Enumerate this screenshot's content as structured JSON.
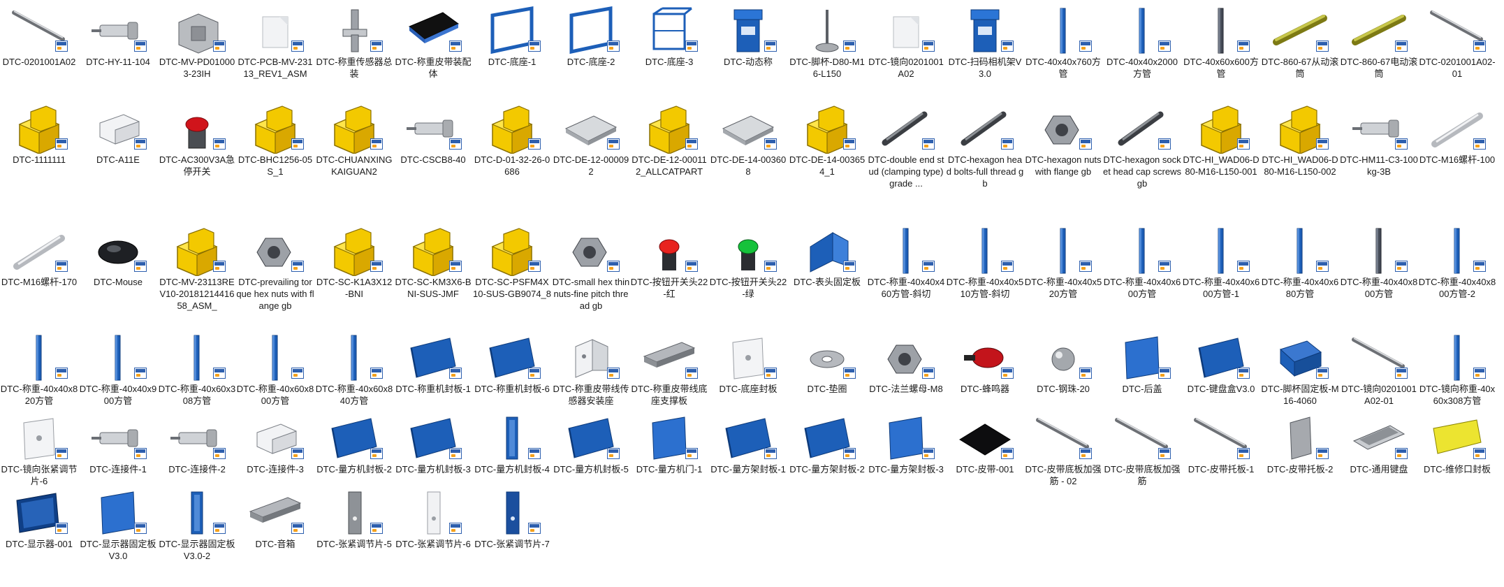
{
  "icon_colors": {
    "yellow_block": "#f3c900",
    "blue_part": "#1d5fb8",
    "gray_part": "#a9acb0",
    "badge": "#2d5fae"
  },
  "files": [
    {
      "label": "DTC-0201001A02",
      "icon": "gray-rail"
    },
    {
      "label": "DTC-HY-11-104",
      "icon": "gray-shaft"
    },
    {
      "label": "DTC-MV-PD010003-23IH",
      "icon": "gray-box"
    },
    {
      "label": "DTC-PCB-MV-23113_REV1_ASM",
      "icon": "generic"
    },
    {
      "label": "DTC-称重传感器总装",
      "icon": "gray-bracket"
    },
    {
      "label": "DTC-称重皮带装配体",
      "icon": "black-belt"
    },
    {
      "label": "DTC-底座-1",
      "icon": "blue-frame"
    },
    {
      "label": "DTC-底座-2",
      "icon": "blue-frame"
    },
    {
      "label": "DTC-底座-3",
      "icon": "blue-cage"
    },
    {
      "label": "DTC-动态称",
      "icon": "blue-machine"
    },
    {
      "label": "DTC-脚杯-D80-M16-L150",
      "icon": "gray-foot"
    },
    {
      "label": "DTC-镜向0201001A02",
      "icon": "generic"
    },
    {
      "label": "DTC-扫码相机架V3.0",
      "icon": "blue-machine"
    },
    {
      "label": "DTC-40x40x760方管",
      "icon": "blue-tube"
    },
    {
      "label": "DTC-40x40x2000方管",
      "icon": "blue-tube"
    },
    {
      "label": "DTC-40x60x600方管",
      "icon": "dark-tube"
    },
    {
      "label": "DTC-860-67从动滚筒",
      "icon": "yellow-roller"
    },
    {
      "label": "DTC-860-67电动滚筒",
      "icon": "yellow-roller"
    },
    {
      "label": "DTC-0201001A02-01",
      "icon": "gray-rail"
    },
    {
      "label": "DTC-1111111",
      "icon": "yellow-block"
    },
    {
      "label": "DTC-A11E",
      "icon": "white-box"
    },
    {
      "label": "DTC-AC300V3A急停开关",
      "icon": "red-stop"
    },
    {
      "label": "DTC-BHC1256-05S_1",
      "icon": "yellow-block"
    },
    {
      "label": "DTC-CHUANXINGKAIGUAN2",
      "icon": "yellow-block"
    },
    {
      "label": "DTC-CSCB8-40",
      "icon": "gray-shaft"
    },
    {
      "label": "DTC-D-01-32-26-0686",
      "icon": "yellow-block"
    },
    {
      "label": "DTC-DE-12-000092",
      "icon": "gray-plate"
    },
    {
      "label": "DTC-DE-12-000112_ALLCATPART",
      "icon": "yellow-block"
    },
    {
      "label": "DTC-DE-14-003608",
      "icon": "gray-plate"
    },
    {
      "label": "DTC-DE-14-003654_1",
      "icon": "yellow-block"
    },
    {
      "label": "DTC-double end stud (clamping type)grade ...",
      "icon": "dark-stud"
    },
    {
      "label": "DTC-hexagon head bolts-full thread gb",
      "icon": "dark-stud"
    },
    {
      "label": "DTC-hexagon nuts with flange gb",
      "icon": "gray-nut"
    },
    {
      "label": "DTC-hexagon socket head cap screws gb",
      "icon": "dark-stud"
    },
    {
      "label": "DTC-HI_WAD06-D80-M16-L150-001",
      "icon": "yellow-block"
    },
    {
      "label": "DTC-HI_WAD06-D80-M16-L150-002",
      "icon": "yellow-block"
    },
    {
      "label": "DTC-HM11-C3-100kg-3B",
      "icon": "gray-shaft"
    },
    {
      "label": "DTC-M16螺杆-100",
      "icon": "light-rod"
    },
    {
      "label": "DTC-M16螺杆-170",
      "icon": "light-rod"
    },
    {
      "label": "DTC-Mouse",
      "icon": "black-mouse"
    },
    {
      "label": "DTC-MV-23113REV10-2018121441658_ASM_",
      "icon": "yellow-block"
    },
    {
      "label": "DTC-prevailing torque hex nuts with flange gb",
      "icon": "gray-nut"
    },
    {
      "label": "DTC-SC-K1A3X12-BNI",
      "icon": "yellow-block"
    },
    {
      "label": "DTC-SC-KM3X6-BNI-SUS-JMF",
      "icon": "yellow-block"
    },
    {
      "label": "DTC-SC-PSFM4X10-SUS-GB9074_8",
      "icon": "yellow-block"
    },
    {
      "label": "DTC-small hex thin nuts-fine pitch thread gb",
      "icon": "gray-nut"
    },
    {
      "label": "DTC-按钮开关头22-红",
      "icon": "red-button"
    },
    {
      "label": "DTC-按钮开关头22-绿",
      "icon": "green-button"
    },
    {
      "label": "DTC-表头固定板",
      "icon": "blue-angle"
    },
    {
      "label": "DTC-称重-40x40x460方管-斜切",
      "icon": "blue-tube"
    },
    {
      "label": "DTC-称重-40x40x510方管-斜切",
      "icon": "blue-tube"
    },
    {
      "label": "DTC-称重-40x40x520方管",
      "icon": "blue-tube"
    },
    {
      "label": "DTC-称重-40x40x600方管",
      "icon": "blue-tube"
    },
    {
      "label": "DTC-称重-40x40x600方管-1",
      "icon": "blue-tube"
    },
    {
      "label": "DTC-称重-40x40x680方管",
      "icon": "blue-tube"
    },
    {
      "label": "DTC-称重-40x40x800方管",
      "icon": "dark-tube"
    },
    {
      "label": "DTC-称重-40x40x800方管-2",
      "icon": "blue-tube"
    },
    {
      "label": "DTC-称重-40x40x820方管",
      "icon": "blue-tube"
    },
    {
      "label": "DTC-称重-40x40x900方管",
      "icon": "blue-tube"
    },
    {
      "label": "DTC-称重-40x60x308方管",
      "icon": "blue-tube"
    },
    {
      "label": "DTC-称重-40x60x800方管",
      "icon": "blue-tube"
    },
    {
      "label": "DTC-称重-40x60x840方管",
      "icon": "blue-tube"
    },
    {
      "label": "DTC-称重机封板-1",
      "icon": "blue-panel"
    },
    {
      "label": "DTC-称重机封板-6",
      "icon": "blue-panel"
    },
    {
      "label": "DTC-称重皮带线传感器安装座",
      "icon": "white-bracket"
    },
    {
      "label": "DTC-称重皮带线底座支撑板",
      "icon": "gray-bar"
    },
    {
      "label": "DTC-底座封板",
      "icon": "white-sheet"
    },
    {
      "label": "DTC-垫圈",
      "icon": "gray-washer"
    },
    {
      "label": "DTC-法兰螺母-M8",
      "icon": "gray-nut"
    },
    {
      "label": "DTC-蜂鸣器",
      "icon": "red-buzzer"
    },
    {
      "label": "DTC-钢珠-20",
      "icon": "gray-ball"
    },
    {
      "label": "DTC-后盖",
      "icon": "blue-sheet"
    },
    {
      "label": "DTC-键盘盒V3.0",
      "icon": "blue-panel"
    },
    {
      "label": "DTC-脚杯固定板-M16-4060",
      "icon": "blue-block"
    },
    {
      "label": "DTC-镜向0201001A02-01",
      "icon": "gray-rail"
    },
    {
      "label": "DTC-镜向称重-40x60x308方管",
      "icon": "blue-tube"
    },
    {
      "label": "DTC-镜向张紧调节片-6",
      "icon": "white-sheet"
    },
    {
      "label": "DTC-连接件-1",
      "icon": "gray-shaft"
    },
    {
      "label": "DTC-连接件-2",
      "icon": "gray-shaft"
    },
    {
      "label": "DTC-连接件-3",
      "icon": "white-box"
    },
    {
      "label": "DTC-量方机封板-2",
      "icon": "blue-panel"
    },
    {
      "label": "DTC-量方机封板-3",
      "icon": "blue-panel"
    },
    {
      "label": "DTC-量方机封板-4",
      "icon": "blue-channel"
    },
    {
      "label": "DTC-量方机封板-5",
      "icon": "blue-panel"
    },
    {
      "label": "DTC-量方机门-1",
      "icon": "blue-sheet"
    },
    {
      "label": "DTC-量方架封板-1",
      "icon": "blue-panel"
    },
    {
      "label": "DTC-量方架封板-2",
      "icon": "blue-panel"
    },
    {
      "label": "DTC-量方架封板-3",
      "icon": "blue-sheet"
    },
    {
      "label": "DTC-皮带-001",
      "icon": "black-sheet"
    },
    {
      "label": "DTC-皮带底板加强筋 - 02",
      "icon": "gray-rail"
    },
    {
      "label": "DTC-皮带底板加强筋",
      "icon": "gray-rail"
    },
    {
      "label": "DTC-皮带托板-1",
      "icon": "gray-rail"
    },
    {
      "label": "DTC-皮带托板-2",
      "icon": "gray-sheet"
    },
    {
      "label": "DTC-通用键盘",
      "icon": "gray-keyboard"
    },
    {
      "label": "DTC-维修口封板",
      "icon": "yellow-sheet"
    },
    {
      "label": "DTC-显示器-001",
      "icon": "blue-monitor"
    },
    {
      "label": "DTC-显示器固定板V3.0",
      "icon": "blue-sheet"
    },
    {
      "label": "DTC-显示器固定板V3.0-2",
      "icon": "blue-channel"
    },
    {
      "label": "DTC-音箱",
      "icon": "gray-bar"
    },
    {
      "label": "DTC-张紧调节片-5",
      "icon": "gray-strip"
    },
    {
      "label": "DTC-张紧调节片-6",
      "icon": "white-strip"
    },
    {
      "label": "DTC-张紧调节片-7",
      "icon": "blue-strip"
    }
  ]
}
